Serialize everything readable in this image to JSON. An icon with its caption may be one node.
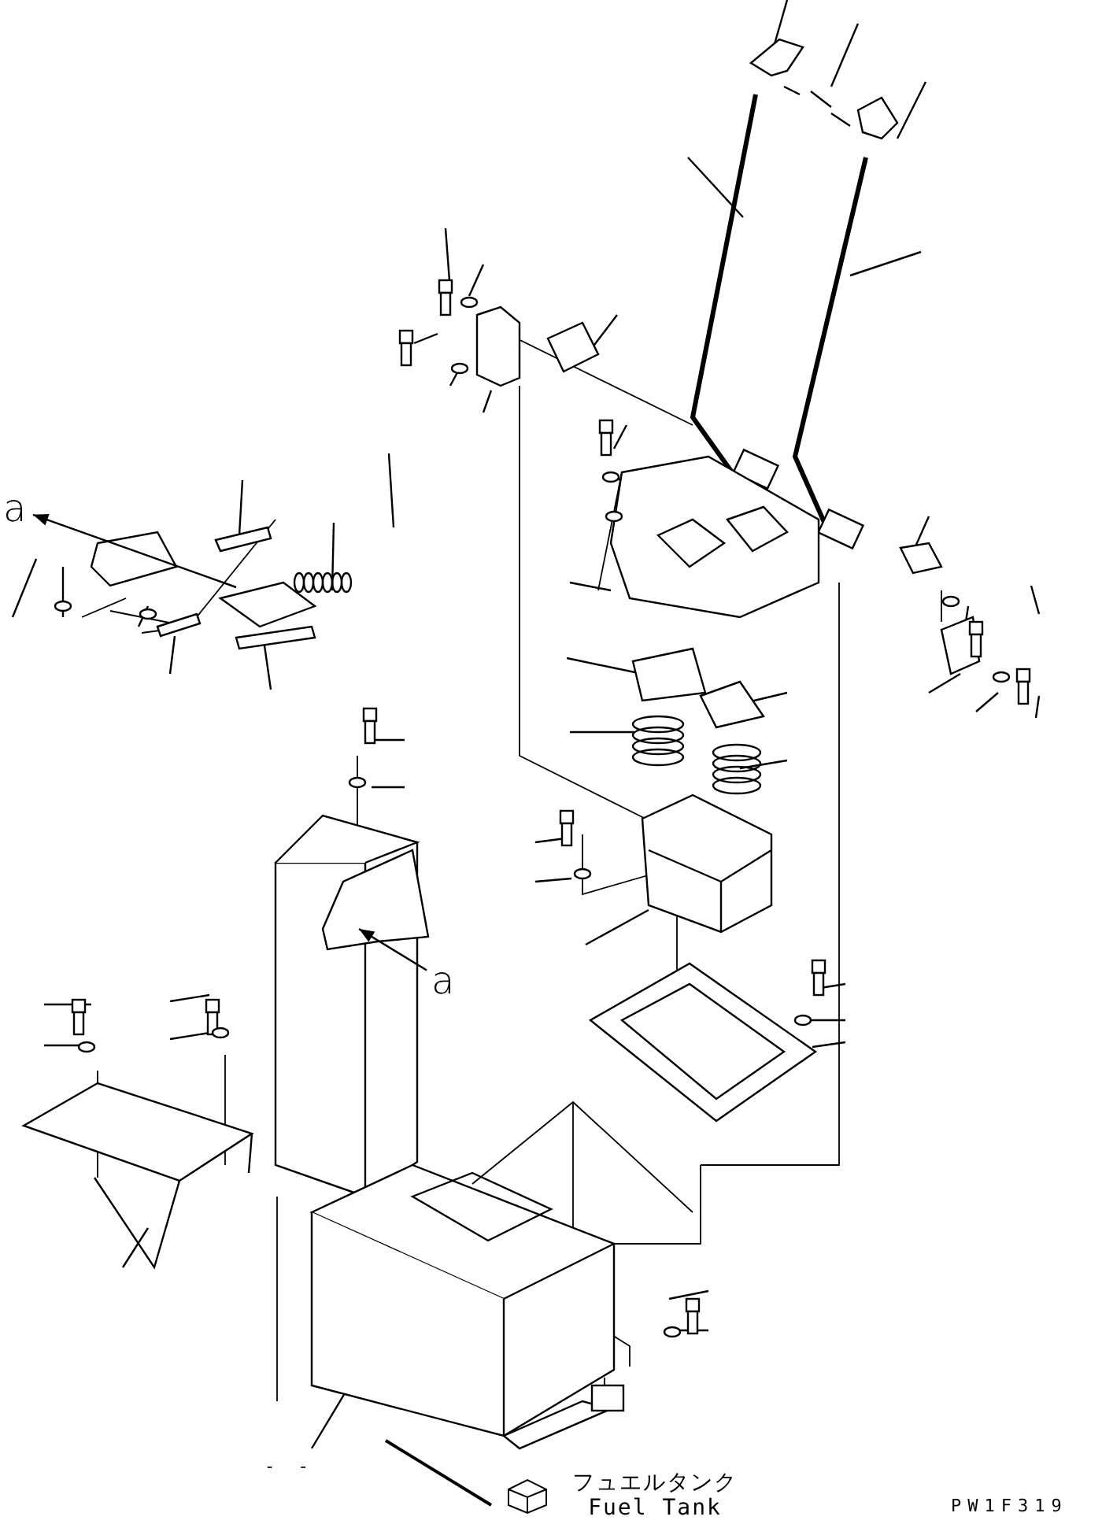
{
  "diagram": {
    "nodes": [
      {
        "text": [
          "a"
        ]
      },
      {
        "text": [
          "a"
        ]
      }
    ],
    "edges": [
      {
        "from": null,
        "to": 0,
        "arrow": "to"
      },
      {
        "from": 1,
        "to": null,
        "arrow": "to"
      }
    ],
    "labels": [
      "- -",
      "PW1F319"
    ],
    "legend": [
      {
        "text": "フュエルタンク Fuel Tank"
      }
    ]
  }
}
